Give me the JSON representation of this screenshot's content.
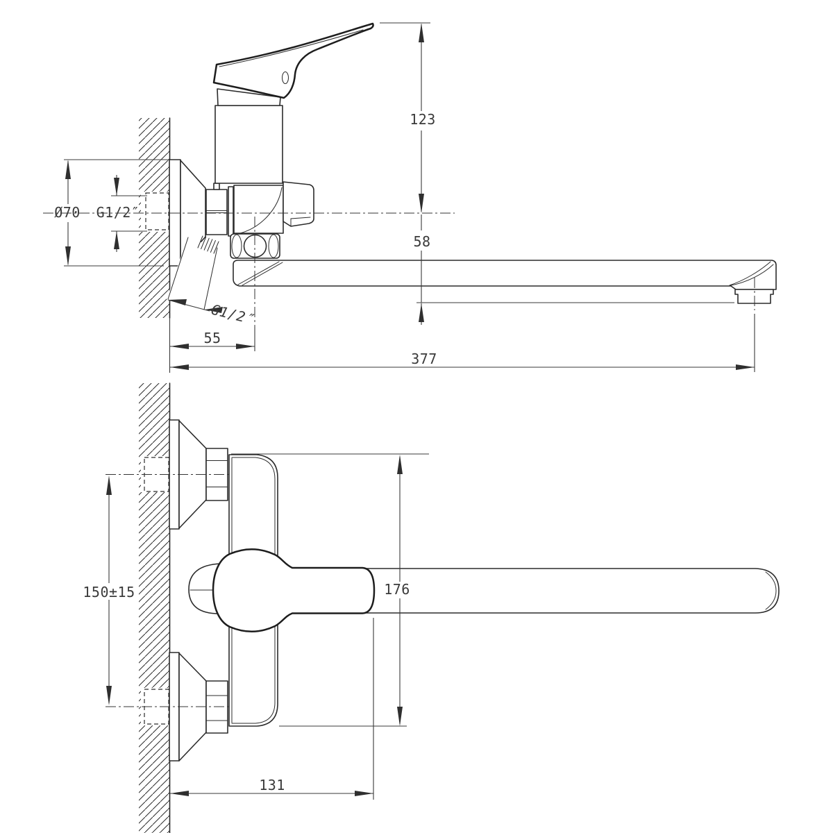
{
  "drawing": {
    "background_color": "#ffffff",
    "line_color": "#2b2b2b",
    "dimension_text_color": "#3a3a3a",
    "side_view": {
      "dims": {
        "handle_height": "123",
        "spout_drop": "58",
        "escutcheon_diameter": "Ø70",
        "inlet_thread": "G1/2″",
        "shower_thread": "G1/2″",
        "wall_to_valve_center": "55",
        "spout_reach": "377"
      }
    },
    "front_view": {
      "dims": {
        "inlet_spacing": "150±15",
        "overall_height": "176",
        "wall_to_handle": "131"
      }
    }
  }
}
